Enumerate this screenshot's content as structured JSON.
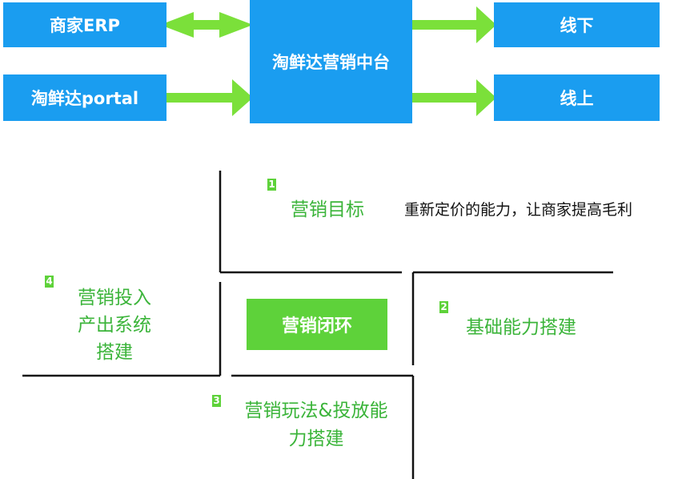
{
  "top": {
    "erp": "商家ERP",
    "portal": "淘鲜达portal",
    "center": "淘鲜达营销中台",
    "offline": "线下",
    "online": "线上"
  },
  "quadrants": {
    "q1": {
      "num": "1",
      "title": "营销目标",
      "desc": "重新定价的能力，让商家提高毛利"
    },
    "q2": {
      "num": "2",
      "title": "基础能力搭建"
    },
    "q3": {
      "num": "3",
      "title_line1": "营销玩法&投放能",
      "title_line2": "力搭建"
    },
    "q4": {
      "num": "4",
      "title_line1": "营销投入",
      "title_line2": "产出系统",
      "title_line3": "搭建"
    },
    "center": "营销闭环"
  },
  "colors": {
    "box_blue": "#1a9df0",
    "arrow_green": "#7be03a",
    "accent_green": "#5ed23a",
    "text_green": "#3bb43a"
  }
}
